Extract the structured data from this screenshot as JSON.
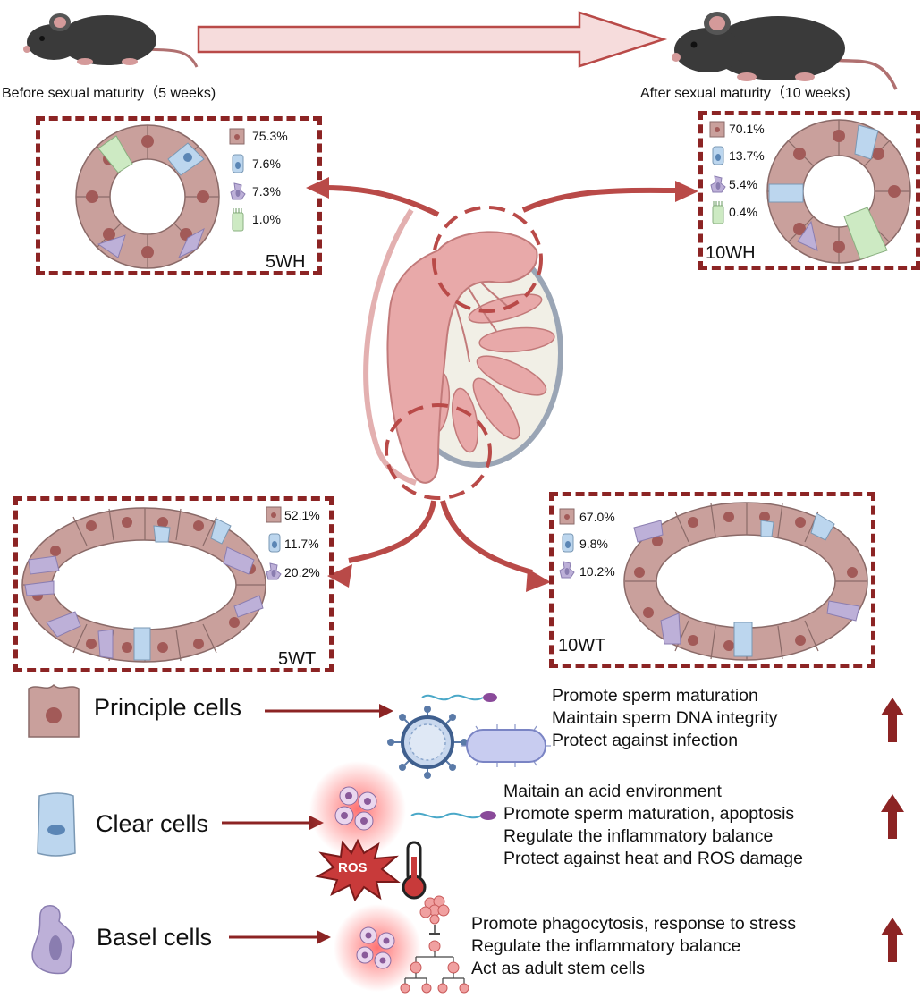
{
  "colors": {
    "principle": "#c9a09c",
    "clear": "#bcd6ee",
    "basal": "#bdb0d8",
    "ciliated": "#cdeac3",
    "box_border": "#8c2424",
    "arrow": "#b94a48",
    "dark_arrow": "#8c2424"
  },
  "top": {
    "before_label": "Before sexual maturity（5 weeks)",
    "after_label": "After sexual maturity（10 weeks)"
  },
  "boxes": {
    "h5": {
      "label": "5WH",
      "percents": [
        "75.3%",
        "7.6%",
        "7.3%",
        "1.0%"
      ]
    },
    "h10": {
      "label": "10WH",
      "percents": [
        "70.1%",
        "13.7%",
        "5.4%",
        "0.4%"
      ]
    },
    "t5": {
      "label": "5WT",
      "percents": [
        "52.1%",
        "11.7%",
        "20.2%"
      ]
    },
    "t10": {
      "label": "10WT",
      "percents": [
        "67.0%",
        "9.8%",
        "10.2%"
      ]
    }
  },
  "legend": {
    "principle": {
      "name": "Principle cells",
      "functions": [
        "Promote sperm maturation",
        "Maintain sperm DNA integrity",
        "Protect against infection"
      ]
    },
    "clear": {
      "name": "Clear cells",
      "functions": [
        "Maitain an acid environment",
        "Promote sperm maturation,  apoptosis",
        "Regulate the inflammatory balance",
        "Protect against heat and ROS damage"
      ]
    },
    "basal": {
      "name": "Basel cells",
      "functions": [
        "Promote phagocytosis, response to stress",
        "Regulate the inflammatory balance",
        "Act as adult stem cells"
      ]
    },
    "ros_label": "ROS"
  }
}
